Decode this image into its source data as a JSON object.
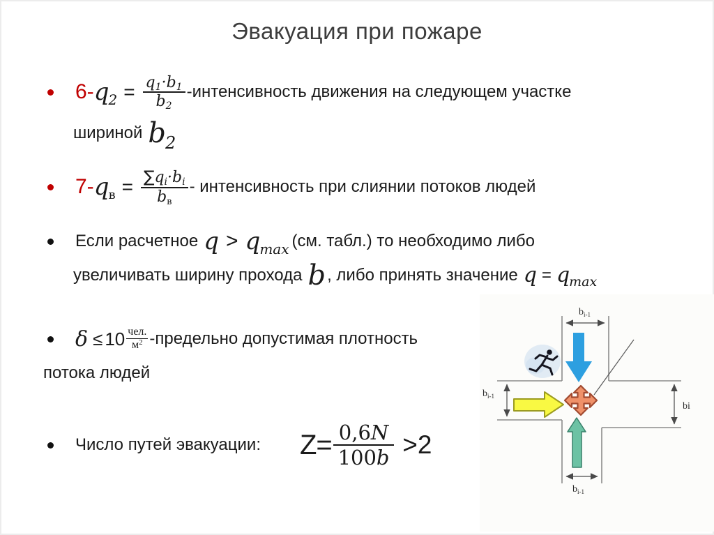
{
  "title": "Эвакуация при пожаре",
  "accent_red": "#c00000",
  "bullets": {
    "b1": {
      "num": "6-",
      "var": "q",
      "var_sub": "2",
      "eq": "=",
      "fn_q": "q",
      "fn_q_sub": "1",
      "fn_dot": "·",
      "fn_b": "b",
      "fn_b_sub": "1",
      "fd_b": "b",
      "fd_b_sub": "2",
      "desc": "-интенсивность движения на следующем участке",
      "line2": "шириной",
      "line2_var": "b",
      "line2_sub": "2"
    },
    "b2": {
      "num": "7-",
      "var": "q",
      "var_sub": "в",
      "eq": "=",
      "fn_sum": "∑",
      "fn_q": "q",
      "fn_q_sub": "i",
      "fn_dot": "·",
      "fn_b": "b",
      "fn_b_sub": "i",
      "fd_b": "b",
      "fd_b_sub": "в",
      "desc": "- интенсивность при слиянии потоков людей"
    },
    "b3": {
      "t1": "Если расчетное",
      "q1": "q",
      "gt": ">",
      "q2": "q",
      "q2_sub": "max",
      "t2": "(см. табл.)  то необходимо либо",
      "t3": "увеличивать ширину прохода",
      "b": "b",
      "t4": ", либо принять значение",
      "q3": "q",
      "eq": "=",
      "q4": "q",
      "q4_sub": "max"
    },
    "b4": {
      "delta": "δ",
      "le": "≤",
      "ten": "10",
      "fn": "чел.",
      "fd": "м",
      "fd_sup": "2",
      "desc": "-предельно допустимая плотность",
      "line2": "потока людей"
    },
    "b5": {
      "label": "Число путей эвакуации:",
      "z": "Z=",
      "fn_num": "0,6",
      "fn_var": "N",
      "fd_num": "100",
      "fd_var": "b",
      "gt": ">2"
    }
  },
  "diagram": {
    "label_top": "b",
    "label_top_sub": "i-1",
    "label_left": "b",
    "label_left_sub": "i-1",
    "label_right": "bi",
    "label_bottom": "b",
    "label_bottom_sub": "i-1",
    "colors": {
      "down_arrow": "#2d9fe0",
      "right_arrow": "#f9f943",
      "right_arrow_stroke": "#9b9b20",
      "up_arrow": "#6cc2a4",
      "up_arrow_stroke": "#38806a",
      "cross_arrow": "#ef9169",
      "cross_arrow_stroke": "#a14a30"
    }
  }
}
